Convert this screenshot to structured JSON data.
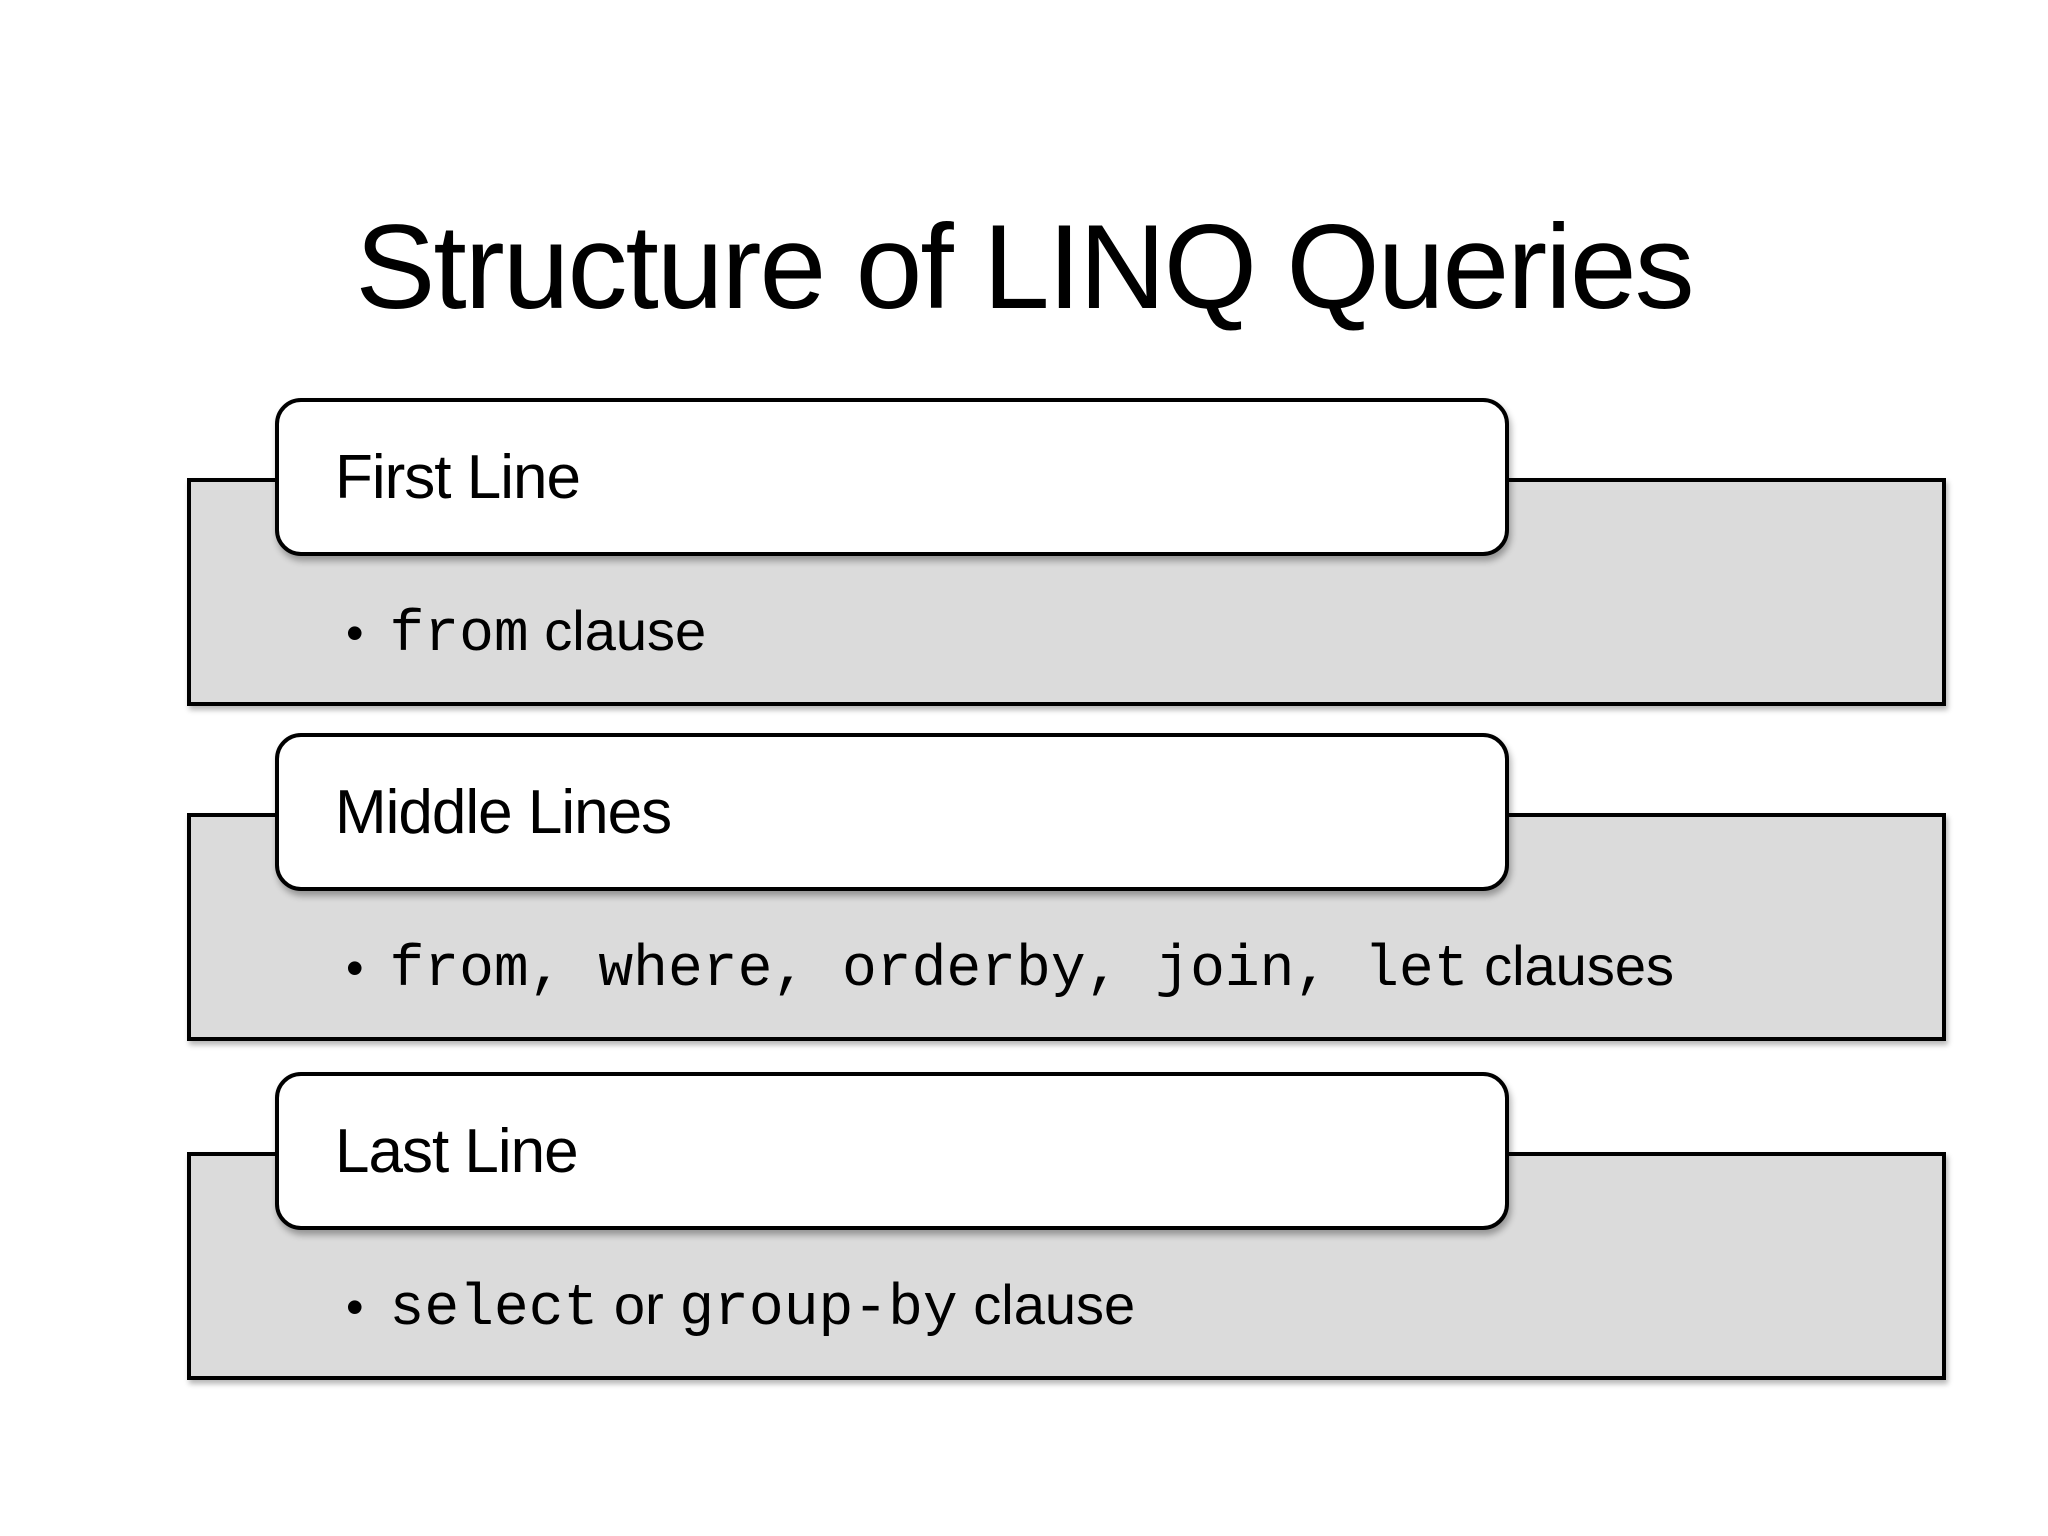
{
  "slide_title": "Structure of LINQ Queries",
  "bullet_glyph": "•",
  "colors": {
    "background": "#FFFFFF",
    "panel_fill": "#DBDBDB",
    "outline": "#000000",
    "tab_fill": "#FFFFFF",
    "text": "#000000"
  },
  "blocks": [
    {
      "header": "First Line",
      "runs": [
        {
          "text": "from",
          "style": "mono"
        },
        {
          "text": " clause",
          "style": "sans"
        }
      ]
    },
    {
      "header": "Middle Lines",
      "runs": [
        {
          "text": "from, ",
          "style": "mono"
        },
        {
          "text": "where, ",
          "style": "mono"
        },
        {
          "text": "orderby, ",
          "style": "mono"
        },
        {
          "text": "join, ",
          "style": "mono"
        },
        {
          "text": "let",
          "style": "mono"
        },
        {
          "text": " clauses",
          "style": "sans"
        }
      ]
    },
    {
      "header": "Last Line",
      "runs": [
        {
          "text": "select",
          "style": "mono"
        },
        {
          "text": " or ",
          "style": "sans"
        },
        {
          "text": "group-by",
          "style": "mono"
        },
        {
          "text": " clause",
          "style": "sans"
        }
      ]
    }
  ]
}
